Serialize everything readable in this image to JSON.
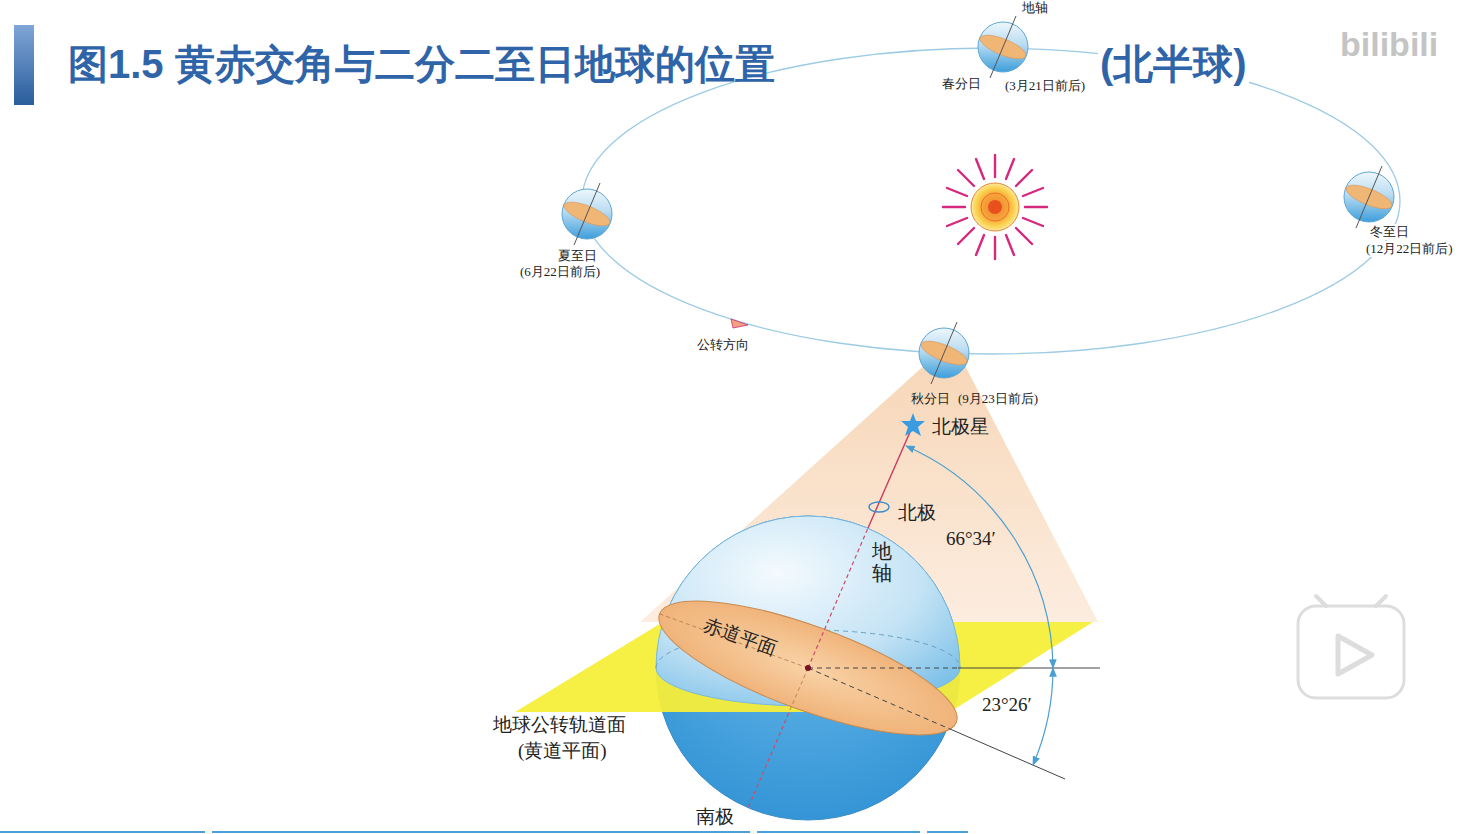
{
  "diagram": {
    "title": "图1.5 黄赤交角与二分二至日地球的位置",
    "labels": [
      "地轴",
      "春分日",
      "(3月21日前后)",
      "(北半球)",
      "bilibili",
      "夏至日",
      "(6月22日前后)",
      "冬至日",
      "(12月22日前后)",
      "公转方向",
      "秋分日",
      "(9月23日前后)",
      "北极星",
      "北极",
      "66°34′",
      "地轴",
      "赤道平面",
      "23°26′",
      "地球公转轨道面",
      "(黄道平面)",
      "南极"
    ]
  }
}
